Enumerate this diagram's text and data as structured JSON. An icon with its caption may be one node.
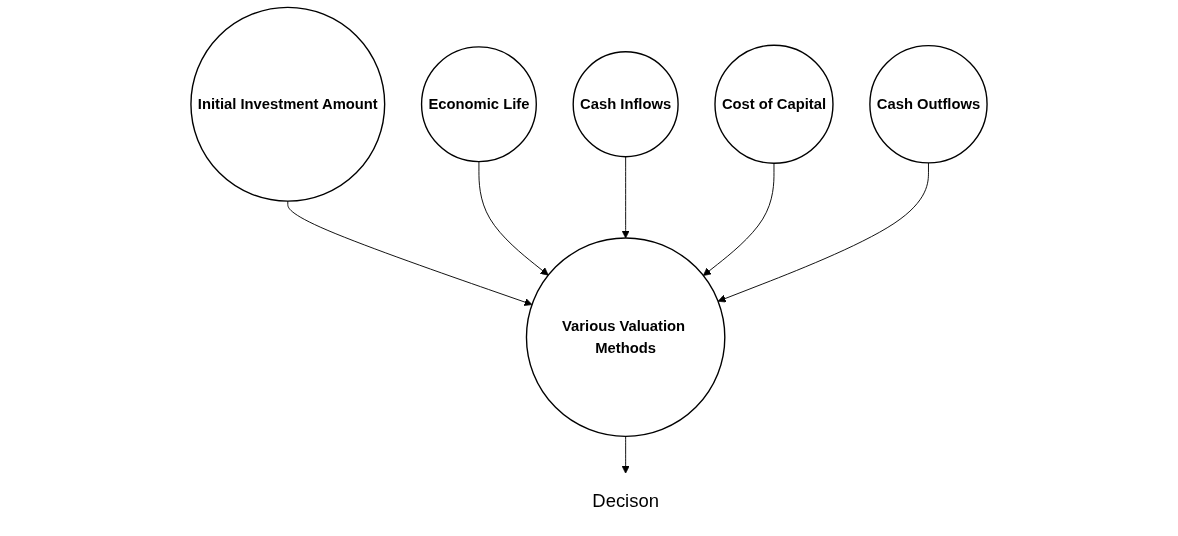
{
  "diagram": {
    "nodes": [
      {
        "text": [
          "Initial Investment Amount"
        ]
      },
      {
        "text": [
          "Economic Life"
        ]
      },
      {
        "text": [
          "Cash Inflows"
        ]
      },
      {
        "text": [
          "Cost of Capital"
        ]
      },
      {
        "text": [
          "Various Valuation Methods"
        ]
      },
      {
        "text": [
          "Cash Outflows"
        ]
      },
      {
        "text": [
          "Decison"
        ]
      }
    ],
    "edges": [
      {
        "from": 0,
        "to": 4,
        "arrow": "to"
      },
      {
        "from": 1,
        "to": 4,
        "arrow": "to"
      },
      {
        "from": 2,
        "to": 4,
        "arrow": "to"
      },
      {
        "from": 3,
        "to": 4,
        "arrow": "to"
      },
      {
        "from": 5,
        "to": 4,
        "arrow": "to"
      },
      {
        "from": 4,
        "to": 6,
        "arrow": "to"
      }
    ]
  }
}
